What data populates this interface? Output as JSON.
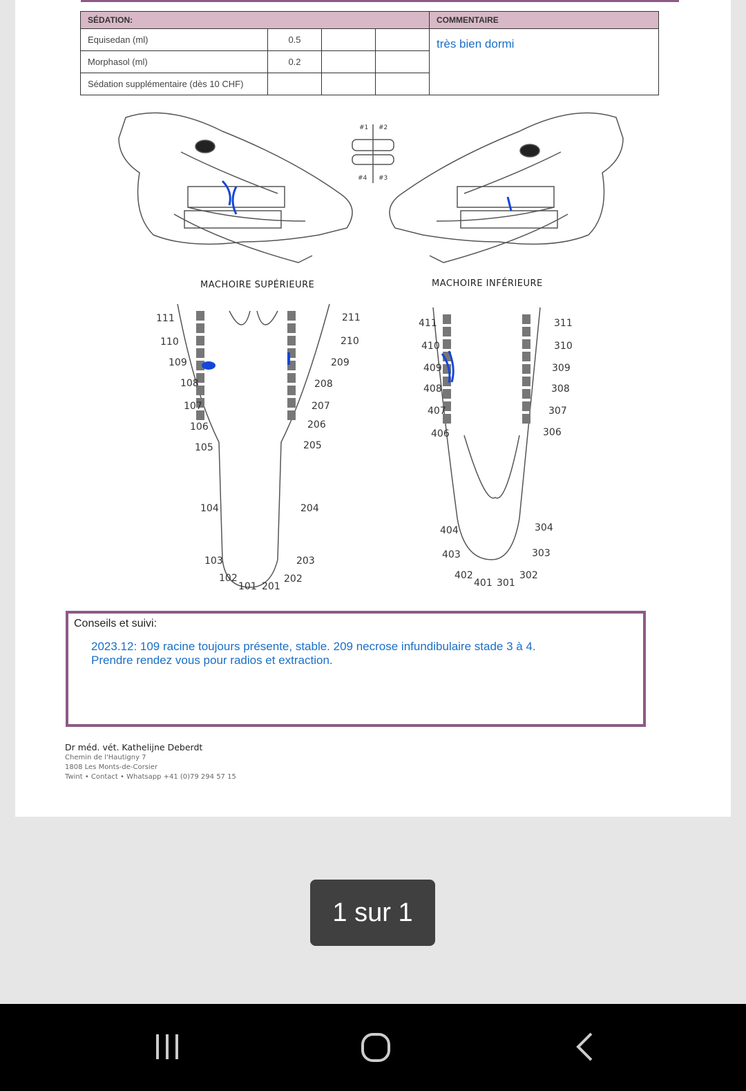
{
  "sedation": {
    "header": "SÉDATION:",
    "comment_header": "COMMENTAIRE",
    "rows": [
      {
        "label": "Equisedan (ml)",
        "value": "0.5"
      },
      {
        "label": "Morphasol (ml)",
        "value": "0.2"
      },
      {
        "label": "Sédation supplémentaire (dès 10 CHF)",
        "value": ""
      }
    ],
    "comment": "très bien dormi"
  },
  "diagram": {
    "quadrants": [
      "#1",
      "#2",
      "#4",
      "#3"
    ],
    "upper_title": "MACHOIRE SUPÉRIEURE",
    "lower_title": "MACHOIRE INFÉRIEURE",
    "upper_labels": [
      "111",
      "110",
      "109",
      "108",
      "107",
      "106",
      "105",
      "104",
      "103",
      "102",
      "101",
      "201",
      "202",
      "203",
      "204",
      "205",
      "206",
      "207",
      "208",
      "209",
      "210",
      "211"
    ],
    "lower_labels": [
      "411",
      "410",
      "409",
      "408",
      "407",
      "406",
      "404",
      "403",
      "402",
      "401",
      "301",
      "302",
      "303",
      "304",
      "306",
      "307",
      "308",
      "309",
      "310",
      "311"
    ],
    "marking_color": "#1646d8"
  },
  "conseils": {
    "title": "Conseils et suivi:",
    "line1": "2023.12: 109 racine toujours présente, stable. 209 necrose infundibulaire stade 3 à 4.",
    "line2": "Prendre rendez vous pour radios et extraction."
  },
  "signature": {
    "name": "Dr méd. vét. Kathelijne Deberdt",
    "street": "Chemin de l'Hautigny 7",
    "city": "1808 Les Monts-de-Corsier",
    "contact": "Twint • Contact • Whatsapp +41 (0)79 294 57 15"
  },
  "pager": "1 sur 1"
}
